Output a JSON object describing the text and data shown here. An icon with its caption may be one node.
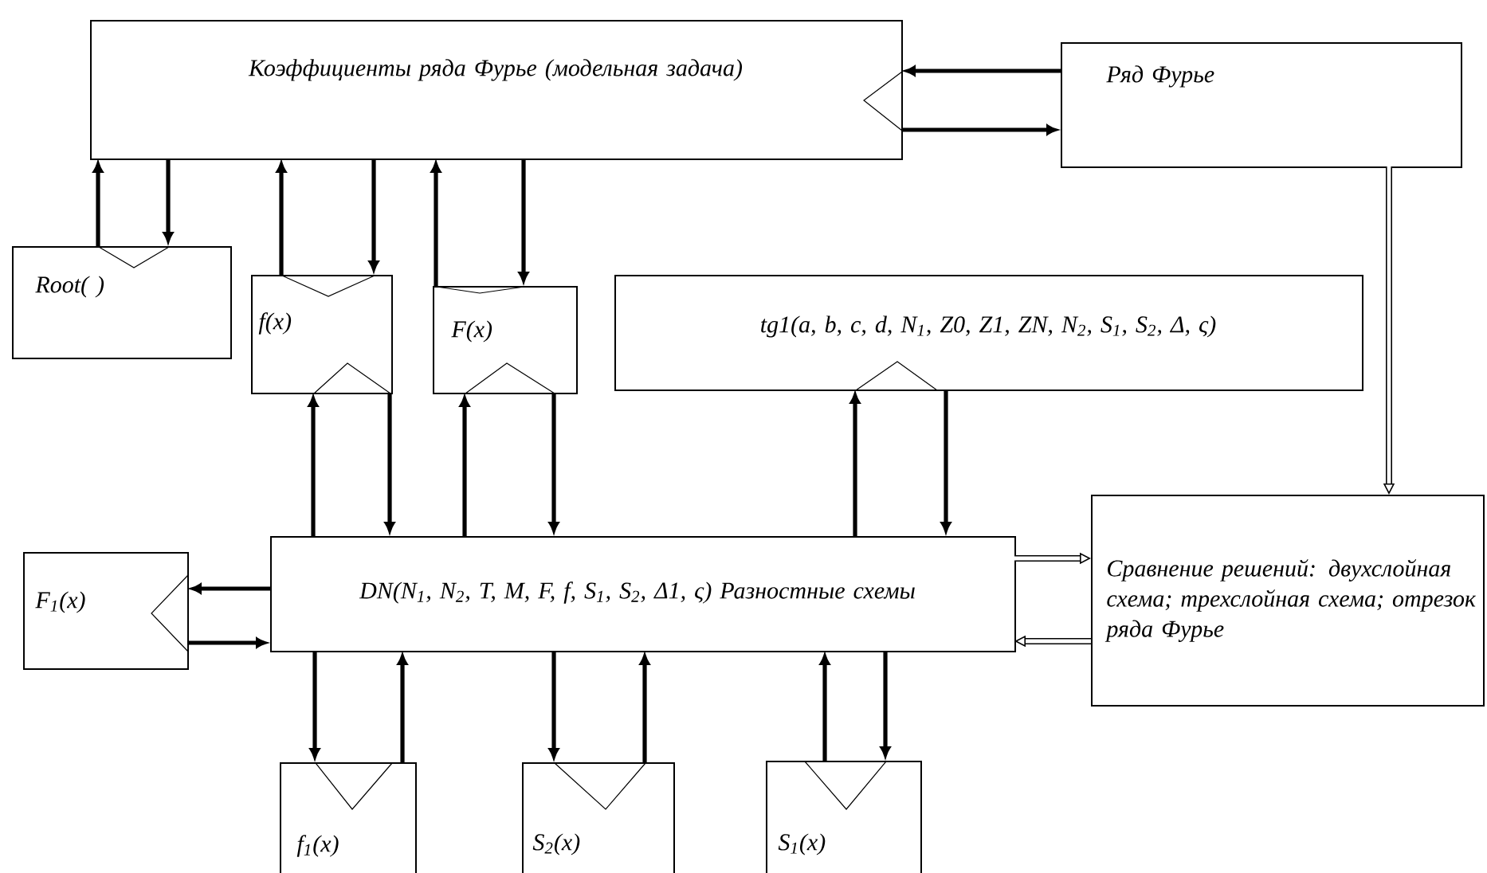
{
  "diagram": {
    "nodes": [
      {
        "text": [
          "Коэффициенты ряда Фурье (модельная задача)"
        ]
      },
      {
        "text": [
          "Ряд Фурье"
        ]
      },
      {
        "text": [
          "Root( )"
        ]
      },
      {
        "text": [
          "f(x)"
        ]
      },
      {
        "text": [
          "F(x)"
        ]
      },
      {
        "text": [
          "tg1(a, b, c, d, N$_{1}$, Z0, Z1, ZN, N$_{2}$, S$_{1}$, S$_{2}$, Δ, ς)"
        ]
      },
      {
        "text": [
          "DN(N$_{1}$, N$_{2}$, T, M, F, f, S$_{1}$, S$_{2}$, Δ1, ς) Разностные схемы"
        ]
      },
      {
        "text": [
          "Сравнение решений: двухслойная схема; трехслойная схема; отрезок ряда Фурье"
        ]
      },
      {
        "text": [
          "F$_{1}$(x)"
        ]
      },
      {
        "text": [
          "f$_{1}$(x)"
        ]
      },
      {
        "text": [
          "S$_{2}$(x)"
        ]
      },
      {
        "text": [
          "S$_{1}$(x)"
        ]
      }
    ],
    "edges": [
      {
        "from": 2,
        "to": 0,
        "arrow": "to"
      },
      {
        "from": 0,
        "to": 2,
        "arrow": "to"
      },
      {
        "from": 3,
        "to": 0,
        "arrow": "to"
      },
      {
        "from": 0,
        "to": 3,
        "arrow": "to"
      },
      {
        "from": 4,
        "to": 0,
        "arrow": "to"
      },
      {
        "from": 0,
        "to": 4,
        "arrow": "to"
      },
      {
        "from": 1,
        "to": 0,
        "arrow": "to"
      },
      {
        "from": 0,
        "to": 1,
        "arrow": "to"
      },
      {
        "from": 1,
        "to": 7,
        "arrow": "to"
      },
      {
        "from": 6,
        "to": 3,
        "arrow": "to"
      },
      {
        "from": 3,
        "to": 6,
        "arrow": "to"
      },
      {
        "from": 6,
        "to": 4,
        "arrow": "to"
      },
      {
        "from": 4,
        "to": 6,
        "arrow": "to"
      },
      {
        "from": 6,
        "to": 5,
        "arrow": "to"
      },
      {
        "from": 5,
        "to": 6,
        "arrow": "to"
      },
      {
        "from": 6,
        "to": 8,
        "arrow": "to"
      },
      {
        "from": 8,
        "to": 6,
        "arrow": "to"
      },
      {
        "from": 6,
        "to": 9,
        "arrow": "to"
      },
      {
        "from": 9,
        "to": 6,
        "arrow": "to"
      },
      {
        "from": 6,
        "to": 10,
        "arrow": "to"
      },
      {
        "from": 10,
        "to": 6,
        "arrow": "to"
      },
      {
        "from": 11,
        "to": 6,
        "arrow": "to"
      },
      {
        "from": 6,
        "to": 11,
        "arrow": "to"
      },
      {
        "from": 6,
        "to": 7,
        "arrow": "to"
      },
      {
        "from": 7,
        "to": 6,
        "arrow": "to"
      }
    ]
  }
}
